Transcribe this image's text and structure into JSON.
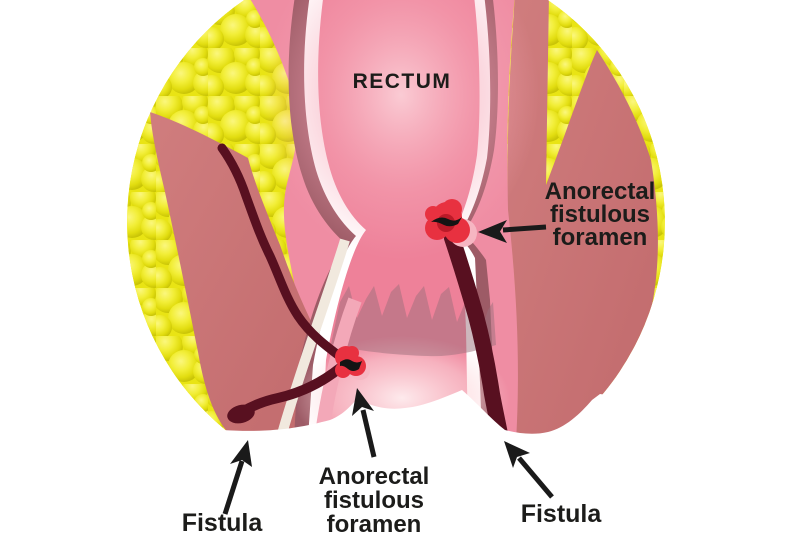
{
  "figure": {
    "title": "RECTUM",
    "labels": {
      "rectum": "RECTUM",
      "upper_foramen_lines": [
        "Anorectal",
        "fistulous",
        "foramen"
      ],
      "lower_foramen_lines": [
        "Anorectal",
        "fistulous",
        "foramen"
      ],
      "fistula_left": "Fistula",
      "fistula_right": "Fistula"
    },
    "colors": {
      "fat_yellow": "#e9e414",
      "muscle_pink": "#c97173",
      "rectum_wall_pink": "#ef8da3",
      "mucosa_mauve": "#9d5b66",
      "lumen_pink": "#ee8199",
      "fistula_maroon": "#581020",
      "lesion_red": "#e83140",
      "outline_white": "#ffffff",
      "label_black": "#1c1c1a"
    }
  }
}
